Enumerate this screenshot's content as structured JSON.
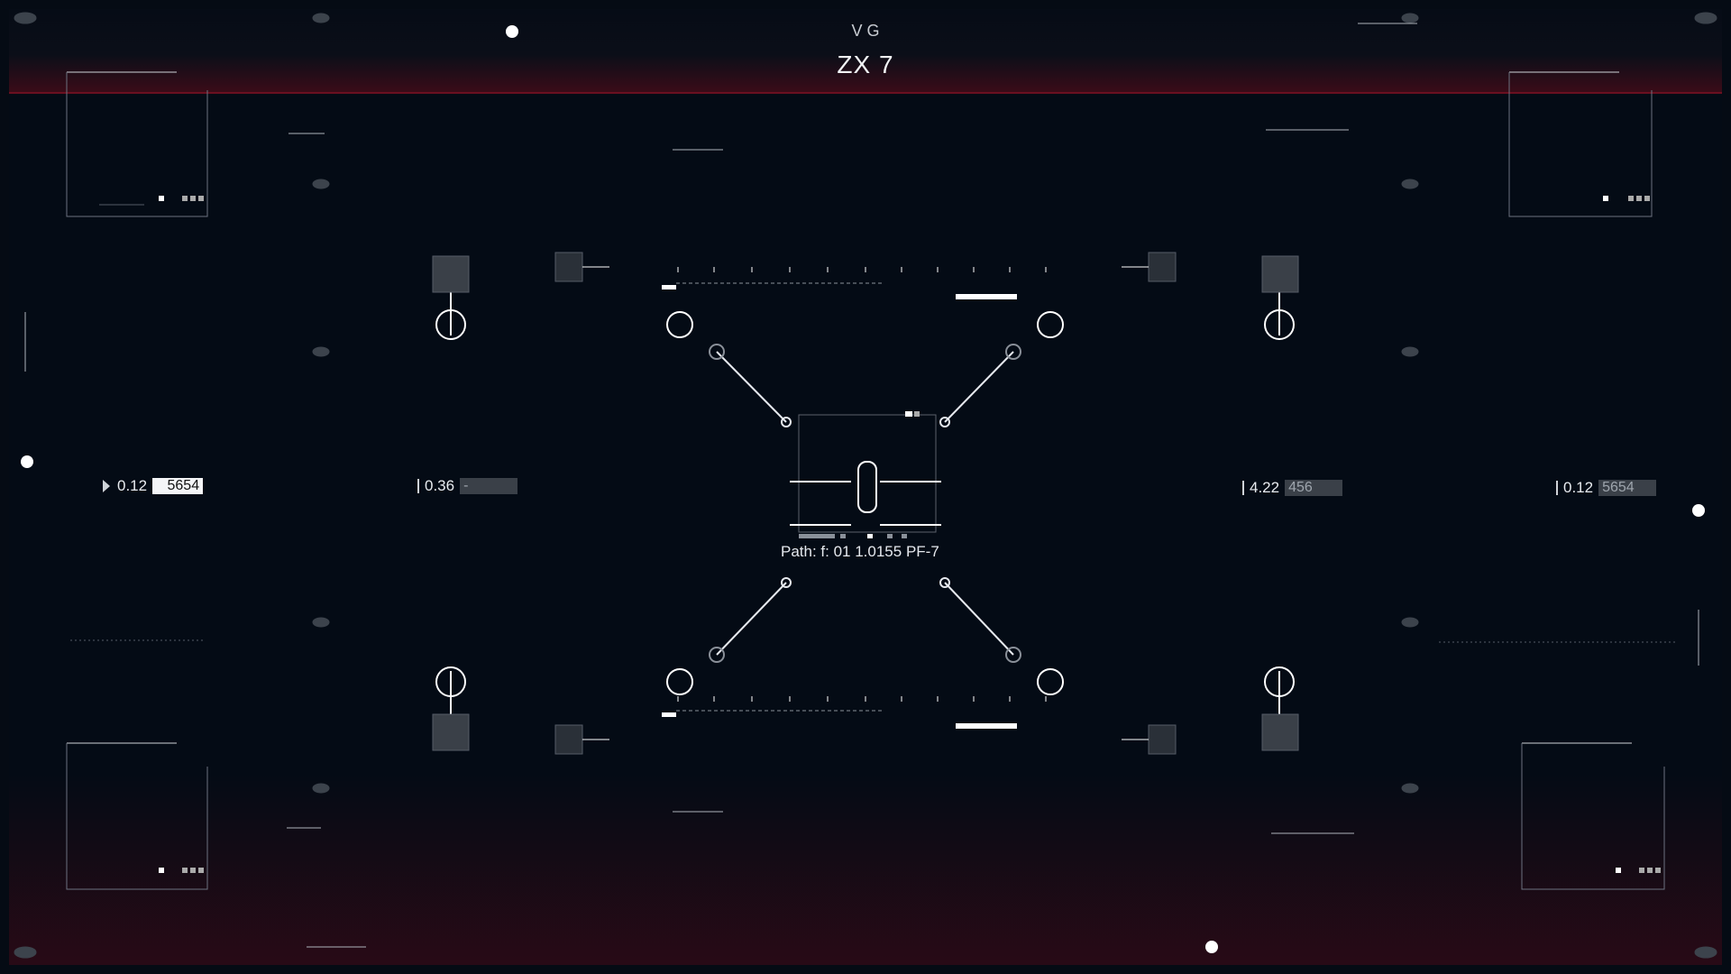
{
  "header": {
    "title": "ZX 7",
    "subtitle_partial": "V G"
  },
  "readouts": [
    {
      "id": "left-outer",
      "value": "0.12",
      "box": "5654",
      "style": "light"
    },
    {
      "id": "left-inner",
      "value": "0.36",
      "box": "-",
      "style": "dark"
    },
    {
      "id": "right-inner",
      "value": "4.22",
      "box": "456",
      "style": "dark"
    },
    {
      "id": "right-outer",
      "value": "0.12",
      "box": "5654",
      "style": "dark"
    }
  ],
  "center": {
    "path_label": "Path: f: 01 1.0155  PF-7"
  },
  "colors": {
    "background": "#040b15",
    "accent_red": "#6a1020",
    "line": "#ffffff",
    "muted": "#8a9099"
  },
  "icons": [
    "target-ring-icon",
    "sensor-node-icon",
    "crosshair-dot-icon",
    "capsule-marker-icon"
  ]
}
